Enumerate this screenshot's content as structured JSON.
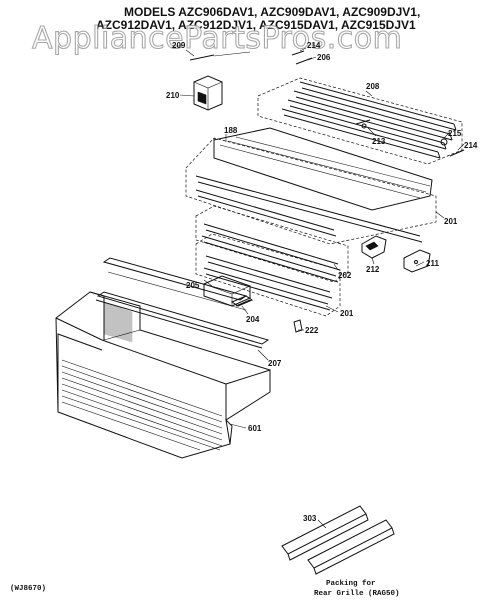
{
  "header": {
    "title_line1": "MODELS AZC906DAV1, AZC909DAV1, AZC909DJV1,",
    "title_line2": "AZC912DAV1, AZC912DJV1, AZC915DAV1, AZC915DJV1"
  },
  "watermark": "AppliancePartsPros.com",
  "callouts": [
    {
      "id": "209",
      "label": "209"
    },
    {
      "id": "214a",
      "label": "214"
    },
    {
      "id": "206",
      "label": "206"
    },
    {
      "id": "208",
      "label": "208"
    },
    {
      "id": "210",
      "label": "210"
    },
    {
      "id": "188",
      "label": "188"
    },
    {
      "id": "213",
      "label": "213"
    },
    {
      "id": "215",
      "label": "215"
    },
    {
      "id": "214b",
      "label": "214"
    },
    {
      "id": "201a",
      "label": "201"
    },
    {
      "id": "212",
      "label": "212"
    },
    {
      "id": "211",
      "label": "211"
    },
    {
      "id": "202",
      "label": "202"
    },
    {
      "id": "205",
      "label": "205"
    },
    {
      "id": "204",
      "label": "204"
    },
    {
      "id": "201b",
      "label": "201"
    },
    {
      "id": "222",
      "label": "222"
    },
    {
      "id": "207",
      "label": "207"
    },
    {
      "id": "601",
      "label": "601"
    },
    {
      "id": "303",
      "label": "303"
    }
  ],
  "footer": {
    "code": "(WJ8670)",
    "note_line1": "Packing for",
    "note_line2": "Rear Grille (RAG50)"
  }
}
